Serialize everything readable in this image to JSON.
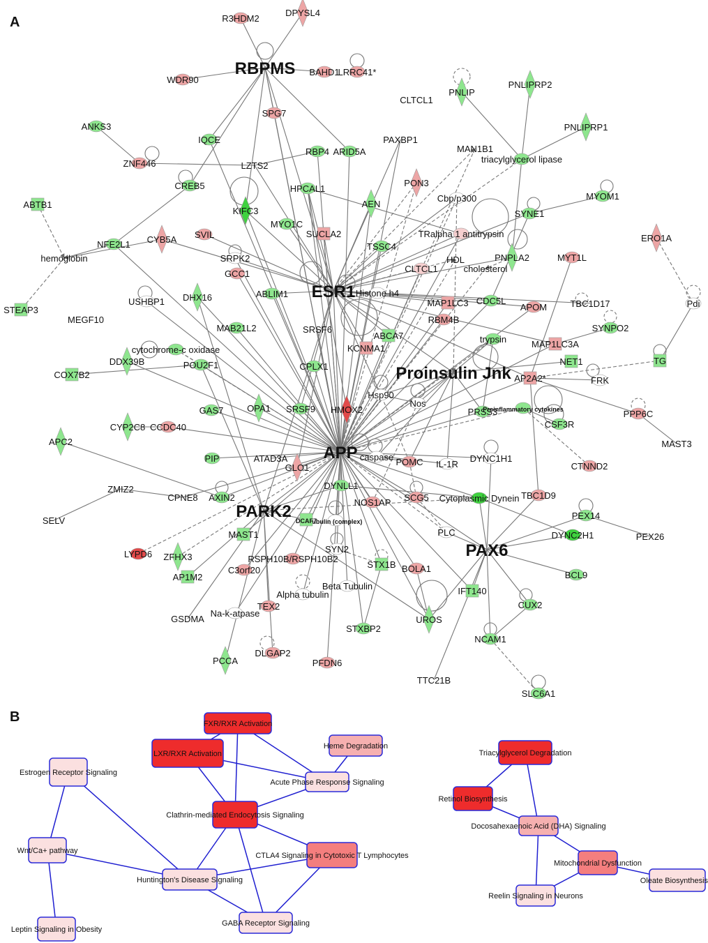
{
  "panels": [
    {
      "id": "A",
      "label": "A"
    },
    {
      "id": "B",
      "label": "B"
    }
  ],
  "colors": {
    "green": "#8ee68e",
    "green_strong": "#3fd23f",
    "pink": "#eda5a5",
    "pink_light": "#f6cfcf",
    "red": "#e24a4a",
    "edge": "#777777",
    "b_edge": "#1f1fd0",
    "b_red": "#ee2c2c",
    "b_salmon": "#f47e7e",
    "b_pink": "#f6b0b0",
    "b_light": "#fbe0e0"
  },
  "network_a": {
    "nodes": [
      {
        "id": "RBPMS",
        "label": "RBPMS",
        "shape": "label",
        "big": true
      },
      {
        "id": "ESR1",
        "label": "ESR1",
        "shape": "label",
        "big": true
      },
      {
        "id": "APP",
        "label": "APP",
        "shape": "label",
        "big": true
      },
      {
        "id": "PARK2",
        "label": "PARK2",
        "shape": "label",
        "big": true
      },
      {
        "id": "PAX6",
        "label": "PAX6",
        "shape": "label",
        "big": true
      },
      {
        "id": "PIJ",
        "label": "Proinsulin Jnk",
        "shape": "label",
        "big": true
      },
      {
        "id": "R3HDM2",
        "label": "R3HDM2",
        "shape": "ellipse",
        "color": "pink"
      },
      {
        "id": "DPYSL4",
        "label": "DPYSL4",
        "shape": "diamond",
        "color": "pink"
      },
      {
        "id": "WDR90",
        "label": "WDR90",
        "shape": "ellipse",
        "color": "pink"
      },
      {
        "id": "BAHD1",
        "label": "BAHD1",
        "shape": "ellipse",
        "color": "pink"
      },
      {
        "id": "LRRC41",
        "label": "LRRC41*",
        "shape": "ellipse",
        "color": "pink"
      },
      {
        "id": "CLTCL1",
        "label": "CLTCL1",
        "shape": "none"
      },
      {
        "id": "PNLIP",
        "label": "PNLIP",
        "shape": "diamond",
        "color": "green"
      },
      {
        "id": "PNLIPRP2",
        "label": "PNLIPRP2",
        "shape": "diamond",
        "color": "green"
      },
      {
        "id": "PNLIPRP1",
        "label": "PNLIPRP1",
        "shape": "diamond",
        "color": "green"
      },
      {
        "id": "SPG7",
        "label": "SPG7",
        "shape": "ellipse",
        "color": "pink"
      },
      {
        "id": "ANKS3",
        "label": "ANKS3",
        "shape": "ellipse",
        "color": "green"
      },
      {
        "id": "IQCE",
        "label": "IQCE",
        "shape": "ellipse",
        "color": "green"
      },
      {
        "id": "PAXBP1",
        "label": "PAXBP1",
        "shape": "none"
      },
      {
        "id": "MAN1B1",
        "label": "MAN1B1",
        "shape": "none"
      },
      {
        "id": "TGL",
        "label": "triacylglycerol lipase",
        "shape": "ellipse",
        "color": "green"
      },
      {
        "id": "ZNF446",
        "label": "ZNF446",
        "shape": "ellipse",
        "color": "pink"
      },
      {
        "id": "LZTS2",
        "label": "LZTS2",
        "shape": "none"
      },
      {
        "id": "RBP4",
        "label": "RBP4",
        "shape": "ellipse",
        "color": "green"
      },
      {
        "id": "ARID5A",
        "label": "ARID5A",
        "shape": "ellipse",
        "color": "green"
      },
      {
        "id": "CREB5",
        "label": "CREB5",
        "shape": "ellipse",
        "color": "green"
      },
      {
        "id": "PON3",
        "label": "PON3",
        "shape": "diamond",
        "color": "pink"
      },
      {
        "id": "HPCAL1",
        "label": "HPCAL1",
        "shape": "ellipse",
        "color": "green"
      },
      {
        "id": "CBP",
        "label": "Cbp/p300",
        "shape": "ellipse",
        "color": "white"
      },
      {
        "id": "MYOM1",
        "label": "MYOM1",
        "shape": "ellipse",
        "color": "green"
      },
      {
        "id": "ABTB1",
        "label": "ABTB1",
        "shape": "rect",
        "color": "green"
      },
      {
        "id": "KIFC3",
        "label": "KIFC3",
        "shape": "diamond",
        "color": "green_strong"
      },
      {
        "id": "AEN",
        "label": "AEN",
        "shape": "diamond",
        "color": "green"
      },
      {
        "id": "SYNE1",
        "label": "SYNE1",
        "shape": "ellipse",
        "color": "green"
      },
      {
        "id": "ERO1A",
        "label": "ERO1A",
        "shape": "diamond",
        "color": "pink"
      },
      {
        "id": "NFE2L1",
        "label": "NFE2L1",
        "shape": "ellipse",
        "color": "green"
      },
      {
        "id": "CYB5A",
        "label": "CYB5A",
        "shape": "diamond",
        "color": "pink"
      },
      {
        "id": "SVIL",
        "label": "SVIL",
        "shape": "ellipse",
        "color": "pink"
      },
      {
        "id": "MYO1C",
        "label": "MYO1C",
        "shape": "ellipse",
        "color": "green"
      },
      {
        "id": "SUCLA2",
        "label": "SUCLA2",
        "shape": "rect",
        "color": "pink"
      },
      {
        "id": "A1AT",
        "label": "TRalpha 1 antitrypsin",
        "shape": "ellipse",
        "color": "pink_light"
      },
      {
        "id": "PNPLA2",
        "label": "PNPLA2",
        "shape": "diamond",
        "color": "green"
      },
      {
        "id": "MYT1L",
        "label": "MYT1L",
        "shape": "ellipse",
        "color": "pink"
      },
      {
        "id": "HEMO",
        "label": "hemoglobin",
        "shape": "none"
      },
      {
        "id": "TSSC4",
        "label": "TSSC4",
        "shape": "ellipse",
        "color": "green"
      },
      {
        "id": "SRPK2",
        "label": "SRPK2",
        "shape": "ellipse",
        "color": "white"
      },
      {
        "id": "CLTCL1b",
        "label": "CLTCL1",
        "shape": "ellipse",
        "color": "pink_light"
      },
      {
        "id": "HDL",
        "label": "HDL",
        "shape": "none"
      },
      {
        "id": "CHOL",
        "label": "cholesterol",
        "shape": "none"
      },
      {
        "id": "STEAP3",
        "label": "STEAP3",
        "shape": "rect",
        "color": "green"
      },
      {
        "id": "GCC1",
        "label": "GCC1",
        "shape": "ellipse",
        "color": "pink"
      },
      {
        "id": "HH4",
        "label": "Histone h4",
        "shape": "ellipse",
        "color": "white"
      },
      {
        "id": "CDC5L",
        "label": "CDC5L",
        "shape": "ellipse",
        "color": "green"
      },
      {
        "id": "MAP1LC3",
        "label": "MAP1LC3",
        "shape": "rect",
        "color": "pink"
      },
      {
        "id": "APOM",
        "label": "APOM",
        "shape": "ellipse",
        "color": "pink"
      },
      {
        "id": "TBC1D17",
        "label": "TBC1D17",
        "shape": "none"
      },
      {
        "id": "PDI",
        "label": "Pdi",
        "shape": "ellipse",
        "color": "white"
      },
      {
        "id": "USHBP1",
        "label": "USHBP1",
        "shape": "ellipse",
        "color": "white"
      },
      {
        "id": "DHX16",
        "label": "DHX16",
        "shape": "diamond",
        "color": "green"
      },
      {
        "id": "ABLIM1",
        "label": "ABLIM1",
        "shape": "ellipse",
        "color": "green"
      },
      {
        "id": "MEGF10",
        "label": "MEGF10",
        "shape": "none"
      },
      {
        "id": "SYNPO2",
        "label": "SYNPO2",
        "shape": "ellipse",
        "color": "green"
      },
      {
        "id": "MAB21L2",
        "label": "MAB21L2",
        "shape": "ellipse",
        "color": "green"
      },
      {
        "id": "SRSF6",
        "label": "SRSF6",
        "shape": "none"
      },
      {
        "id": "ABCA7",
        "label": "ABCA7",
        "shape": "rect",
        "color": "green"
      },
      {
        "id": "RBM4B",
        "label": "RBM4B",
        "shape": "ellipse",
        "color": "pink"
      },
      {
        "id": "TRYP",
        "label": "trypsin",
        "shape": "ellipse",
        "color": "green"
      },
      {
        "id": "MAP1LC3A",
        "label": "MAP1LC3A",
        "shape": "rect",
        "color": "pink"
      },
      {
        "id": "CCO",
        "label": "cytochrome-c oxidase",
        "shape": "ellipse",
        "color": "green"
      },
      {
        "id": "DDX39B",
        "label": "DDX39B",
        "shape": "diamond",
        "color": "green"
      },
      {
        "id": "KCNMA1",
        "label": "KCNMA1",
        "shape": "rect",
        "color": "pink"
      },
      {
        "id": "NET1",
        "label": "NET1",
        "shape": "rect",
        "color": "green"
      },
      {
        "id": "TG",
        "label": "TG",
        "shape": "rect",
        "color": "green"
      },
      {
        "id": "COX7B2",
        "label": "COX7B2",
        "shape": "rect",
        "color": "green"
      },
      {
        "id": "POU2F1",
        "label": "POU2F1",
        "shape": "ellipse",
        "color": "green"
      },
      {
        "id": "CPLX1",
        "label": "CPLX1",
        "shape": "ellipse",
        "color": "green"
      },
      {
        "id": "AP2A2",
        "label": "AP2A2*",
        "shape": "rect",
        "color": "pink"
      },
      {
        "id": "FRK",
        "label": "FRK",
        "shape": "ellipse",
        "color": "white"
      },
      {
        "id": "HSP90",
        "label": "Hsp90",
        "shape": "ellipse",
        "color": "white"
      },
      {
        "id": "NOS",
        "label": "Nos",
        "shape": "ellipse",
        "color": "white"
      },
      {
        "id": "GAS7",
        "label": "GAS7",
        "shape": "ellipse",
        "color": "green"
      },
      {
        "id": "OPA1",
        "label": "OPA1",
        "shape": "diamond",
        "color": "green"
      },
      {
        "id": "SRSF9",
        "label": "SRSF9",
        "shape": "ellipse",
        "color": "green"
      },
      {
        "id": "HMOX2",
        "label": "HMOX2",
        "shape": "diamond",
        "color": "red"
      },
      {
        "id": "PRSS3",
        "label": "PRSS3",
        "shape": "ellipse",
        "color": "green"
      },
      {
        "id": "PIC",
        "label": "Proinflammatory cytokines",
        "shape": "ellipse",
        "color": "green",
        "small": true
      },
      {
        "id": "CSF3R",
        "label": "CSF3R",
        "shape": "ellipse",
        "color": "green"
      },
      {
        "id": "PPP6C",
        "label": "PPP6C",
        "shape": "ellipse",
        "color": "pink"
      },
      {
        "id": "MAST3",
        "label": "MAST3",
        "shape": "none"
      },
      {
        "id": "CYP2C8",
        "label": "CYP2C8",
        "shape": "diamond",
        "color": "green"
      },
      {
        "id": "CCDC40",
        "label": "CCDC40",
        "shape": "ellipse",
        "color": "pink"
      },
      {
        "id": "APC2",
        "label": "APC2",
        "shape": "diamond",
        "color": "green"
      },
      {
        "id": "CASP",
        "label": "caspase",
        "shape": "ellipse",
        "color": "white"
      },
      {
        "id": "POMC",
        "label": "POMC",
        "shape": "ellipse",
        "color": "pink"
      },
      {
        "id": "IL1R",
        "label": "IL-1R",
        "shape": "ellipse",
        "color": "white"
      },
      {
        "id": "DYNC1H1",
        "label": "DYNC1H1",
        "shape": "ellipse",
        "color": "white"
      },
      {
        "id": "PIP",
        "label": "PIP",
        "shape": "ellipse",
        "color": "green"
      },
      {
        "id": "ATAD3A",
        "label": "ATAD3A",
        "shape": "none"
      },
      {
        "id": "GLO1",
        "label": "GLO1",
        "shape": "diamond",
        "color": "pink"
      },
      {
        "id": "CTNND2",
        "label": "CTNND2",
        "shape": "ellipse",
        "color": "pink"
      },
      {
        "id": "ZMIZ2",
        "label": "ZMIZ2",
        "shape": "none"
      },
      {
        "id": "TBC1D9",
        "label": "TBC1D9",
        "shape": "ellipse",
        "color": "pink"
      },
      {
        "id": "CPNE8",
        "label": "CPNE8",
        "shape": "none"
      },
      {
        "id": "AXIN2",
        "label": "AXIN2",
        "shape": "ellipse",
        "color": "green"
      },
      {
        "id": "DYNLL1",
        "label": "DYNLL1",
        "shape": "ellipse",
        "color": "green"
      },
      {
        "id": "NOS1AP",
        "label": "NOS1AP",
        "shape": "ellipse",
        "color": "pink"
      },
      {
        "id": "SCG5",
        "label": "SCG5",
        "shape": "ellipse",
        "color": "pink"
      },
      {
        "id": "CDYN",
        "label": "Cytoplasmic Dynein",
        "shape": "ellipse",
        "color": "green_strong"
      },
      {
        "id": "SELV",
        "label": "SELV",
        "shape": "none"
      },
      {
        "id": "TUBC",
        "label": "Tubulin (complex)",
        "shape": "ellipse",
        "color": "white",
        "small": true
      },
      {
        "id": "DCAF7",
        "label": "DCAF7",
        "shape": "rect",
        "color": "green",
        "small": true
      },
      {
        "id": "PEX14",
        "label": "PEX14",
        "shape": "ellipse",
        "color": "green"
      },
      {
        "id": "MAST1",
        "label": "MAST1",
        "shape": "rect",
        "color": "green"
      },
      {
        "id": "PLC",
        "label": "PLC",
        "shape": "ellipse",
        "color": "white"
      },
      {
        "id": "DYNC2H1",
        "label": "DYNC2H1",
        "shape": "ellipse",
        "color": "green_strong"
      },
      {
        "id": "PEX26",
        "label": "PEX26",
        "shape": "none"
      },
      {
        "id": "LYPD6",
        "label": "LYPD6",
        "shape": "ellipse",
        "color": "red"
      },
      {
        "id": "ZFHX3",
        "label": "ZFHX3",
        "shape": "diamond",
        "color": "green"
      },
      {
        "id": "SYN2",
        "label": "SYN2",
        "shape": "ellipse",
        "color": "white"
      },
      {
        "id": "RSPH",
        "label": "RSPH10B/RSPH10B2",
        "shape": "ellipse",
        "color": "pink"
      },
      {
        "id": "STX1B",
        "label": "STX1B",
        "shape": "rect",
        "color": "green"
      },
      {
        "id": "BOLA1",
        "label": "BOLA1",
        "shape": "ellipse",
        "color": "pink"
      },
      {
        "id": "BCL9",
        "label": "BCL9",
        "shape": "ellipse",
        "color": "green"
      },
      {
        "id": "C3orf20",
        "label": "C3orf20",
        "shape": "ellipse",
        "color": "pink"
      },
      {
        "id": "AP1M2",
        "label": "AP1M2",
        "shape": "rect",
        "color": "green"
      },
      {
        "id": "BTUB",
        "label": "Beta Tubulin",
        "shape": "ellipse",
        "color": "white"
      },
      {
        "id": "ATUB",
        "label": "Alpha tubulin",
        "shape": "ellipse",
        "color": "white"
      },
      {
        "id": "IFT140",
        "label": "IFT140",
        "shape": "rect",
        "color": "green"
      },
      {
        "id": "NKA",
        "label": "Na-k-atpase",
        "shape": "ellipse",
        "color": "white"
      },
      {
        "id": "TEX2",
        "label": "TEX2",
        "shape": "ellipse",
        "color": "pink"
      },
      {
        "id": "CUX2",
        "label": "CUX2",
        "shape": "ellipse",
        "color": "green"
      },
      {
        "id": "GSDMA",
        "label": "GSDMA",
        "shape": "none"
      },
      {
        "id": "UROS",
        "label": "UROS",
        "shape": "diamond",
        "color": "green"
      },
      {
        "id": "STXBP2",
        "label": "STXBP2",
        "shape": "ellipse",
        "color": "green"
      },
      {
        "id": "NCAM1",
        "label": "NCAM1",
        "shape": "ellipse",
        "color": "green"
      },
      {
        "id": "DLGAP2",
        "label": "DLGAP2",
        "shape": "ellipse",
        "color": "pink"
      },
      {
        "id": "PCCA",
        "label": "PCCA",
        "shape": "diamond",
        "color": "green"
      },
      {
        "id": "PFDN6",
        "label": "PFDN6",
        "shape": "ellipse",
        "color": "pink"
      },
      {
        "id": "TTC21B",
        "label": "TTC21B",
        "shape": "none"
      },
      {
        "id": "SLC6A1",
        "label": "SLC6A1",
        "shape": "ellipse",
        "color": "green"
      }
    ]
  },
  "network_b": {
    "nodes": [
      {
        "id": "fxr",
        "label": "FXR/RXR Activation",
        "fill": "b_red"
      },
      {
        "id": "lxr",
        "label": "LXR/RXR Activation",
        "fill": "b_red"
      },
      {
        "id": "heme",
        "label": "Heme Degradation",
        "fill": "b_pink"
      },
      {
        "id": "estr",
        "label": "Estrogen Receptor Signaling",
        "fill": "b_light"
      },
      {
        "id": "acute",
        "label": "Acute Phase Response Signaling",
        "fill": "b_light"
      },
      {
        "id": "clath",
        "label": "Clathrin-mediated Endocytosis Signaling",
        "fill": "b_red"
      },
      {
        "id": "wnt",
        "label": "Wnt/Ca+ pathway",
        "fill": "b_light"
      },
      {
        "id": "ctla4",
        "label": "CTLA4 Signaling in Cytotoxic T Lymphocytes",
        "fill": "b_salmon"
      },
      {
        "id": "hunt",
        "label": "Huntington's Disease Signaling",
        "fill": "b_light"
      },
      {
        "id": "gaba",
        "label": "GABA Receptor Signaling",
        "fill": "b_light"
      },
      {
        "id": "leptin",
        "label": "Leptin Signaling in Obesity",
        "fill": "b_light"
      },
      {
        "id": "tag",
        "label": "Triacylglycerol Degradation",
        "fill": "b_red"
      },
      {
        "id": "retinol",
        "label": "Retinol Biosynthesis",
        "fill": "b_red"
      },
      {
        "id": "dha",
        "label": "Docosahexaenoic Acid (DHA) Signaling",
        "fill": "b_pink"
      },
      {
        "id": "mito",
        "label": "Mitochondrial Dysfunction",
        "fill": "b_salmon"
      },
      {
        "id": "oleate",
        "label": "Oleate Biosynthesis II",
        "fill": "b_light"
      },
      {
        "id": "reelin",
        "label": "Reelin Signaling in Neurons",
        "fill": "b_light"
      }
    ],
    "edges": [
      [
        "fxr",
        "lxr"
      ],
      [
        "fxr",
        "acute"
      ],
      [
        "fxr",
        "clath"
      ],
      [
        "lxr",
        "clath"
      ],
      [
        "lxr",
        "acute"
      ],
      [
        "heme",
        "acute"
      ],
      [
        "acute",
        "clath"
      ],
      [
        "clath",
        "ctla4"
      ],
      [
        "clath",
        "hunt"
      ],
      [
        "clath",
        "gaba"
      ],
      [
        "estr",
        "wnt"
      ],
      [
        "estr",
        "hunt"
      ],
      [
        "wnt",
        "hunt"
      ],
      [
        "wnt",
        "leptin"
      ],
      [
        "ctla4",
        "hunt"
      ],
      [
        "ctla4",
        "gaba"
      ],
      [
        "hunt",
        "gaba"
      ],
      [
        "tag",
        "retinol"
      ],
      [
        "tag",
        "dha"
      ],
      [
        "retinol",
        "dha"
      ],
      [
        "dha",
        "mito"
      ],
      [
        "dha",
        "reelin"
      ],
      [
        "mito",
        "oleate"
      ],
      [
        "mito",
        "reelin"
      ]
    ]
  }
}
